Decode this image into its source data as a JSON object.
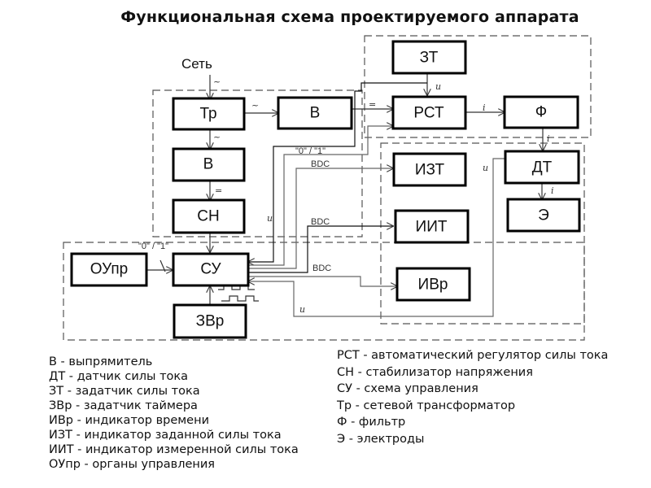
{
  "title": "Функциональная схема проектируемого аппарата",
  "input_label": "Сеть",
  "blocks": {
    "tr": "Тр",
    "v1": "В",
    "v2": "В",
    "sn": "СН",
    "su": "СУ",
    "oupr": "ОУпр",
    "zvr": "ЗВр",
    "zt": "ЗТ",
    "rst": "РСТ",
    "f": "Ф",
    "dt": "ДТ",
    "e": "Э",
    "izt": "ИЗТ",
    "iit": "ИИТ",
    "ivr": "ИВр"
  },
  "signals": {
    "ac": "~",
    "dc": "=",
    "u": "u",
    "i": "i",
    "bdc": "BDC",
    "bool": "\"0\" / \"1\""
  },
  "legend_left": [
    "В - выпрямитель",
    "ДТ - датчик силы тока",
    "ЗТ - задатчик силы тока",
    "ЗВр - задатчик таймера",
    "ИВр - индикатор времени",
    "ИЗТ - индикатор заданной силы тока",
    "ИИТ - индикатор измеренной силы тока",
    "ОУпр - органы управления"
  ],
  "legend_right": [
    "РСТ - автоматический регулятор силы тока",
    "СН - стабилизатор напряжения",
    "СУ - схема управления",
    "Тр - сетевой трансформатор",
    "Ф - фильтр",
    "Э - электроды"
  ]
}
